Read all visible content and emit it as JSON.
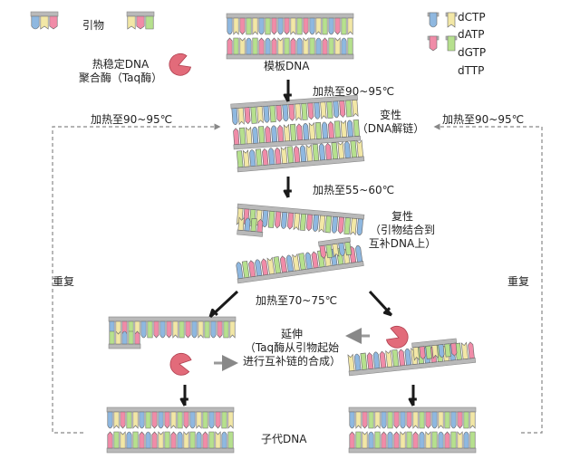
{
  "legend": {
    "primer": "引物",
    "polymerase": "热稳定DNA\n聚合酶（Taq酶）",
    "nucleotides": [
      {
        "label": "dCTP",
        "color": "#8fb8e0"
      },
      {
        "label": "dATP",
        "color": "#f2e7a6"
      },
      {
        "label": "dGTP",
        "color": "#f08ca8"
      },
      {
        "label": "dTTP",
        "color": "#b6e08e"
      }
    ]
  },
  "template_label": "模板DNA",
  "heat_denature": "加热至90~95℃",
  "heat_left": "加热至90~95℃",
  "heat_right": "加热至90~95℃",
  "denature": "变性\n（DNA解链）",
  "anneal_temp": "加热至55~60℃",
  "anneal": "复性\n（引物结合到\n互补DNA上）",
  "repeat_left": "重复",
  "repeat_right": "重复",
  "extend_temp": "加热至70~75℃",
  "extend": "延伸\n（Taq酶从引物起始\n进行互补链的合成）",
  "daughter_label": "子代DNA",
  "colors": {
    "backbone": "#b9b9b9",
    "enzyme": "#e26b7a",
    "arrow": "#1a1a1a",
    "dashed": "#888888"
  }
}
